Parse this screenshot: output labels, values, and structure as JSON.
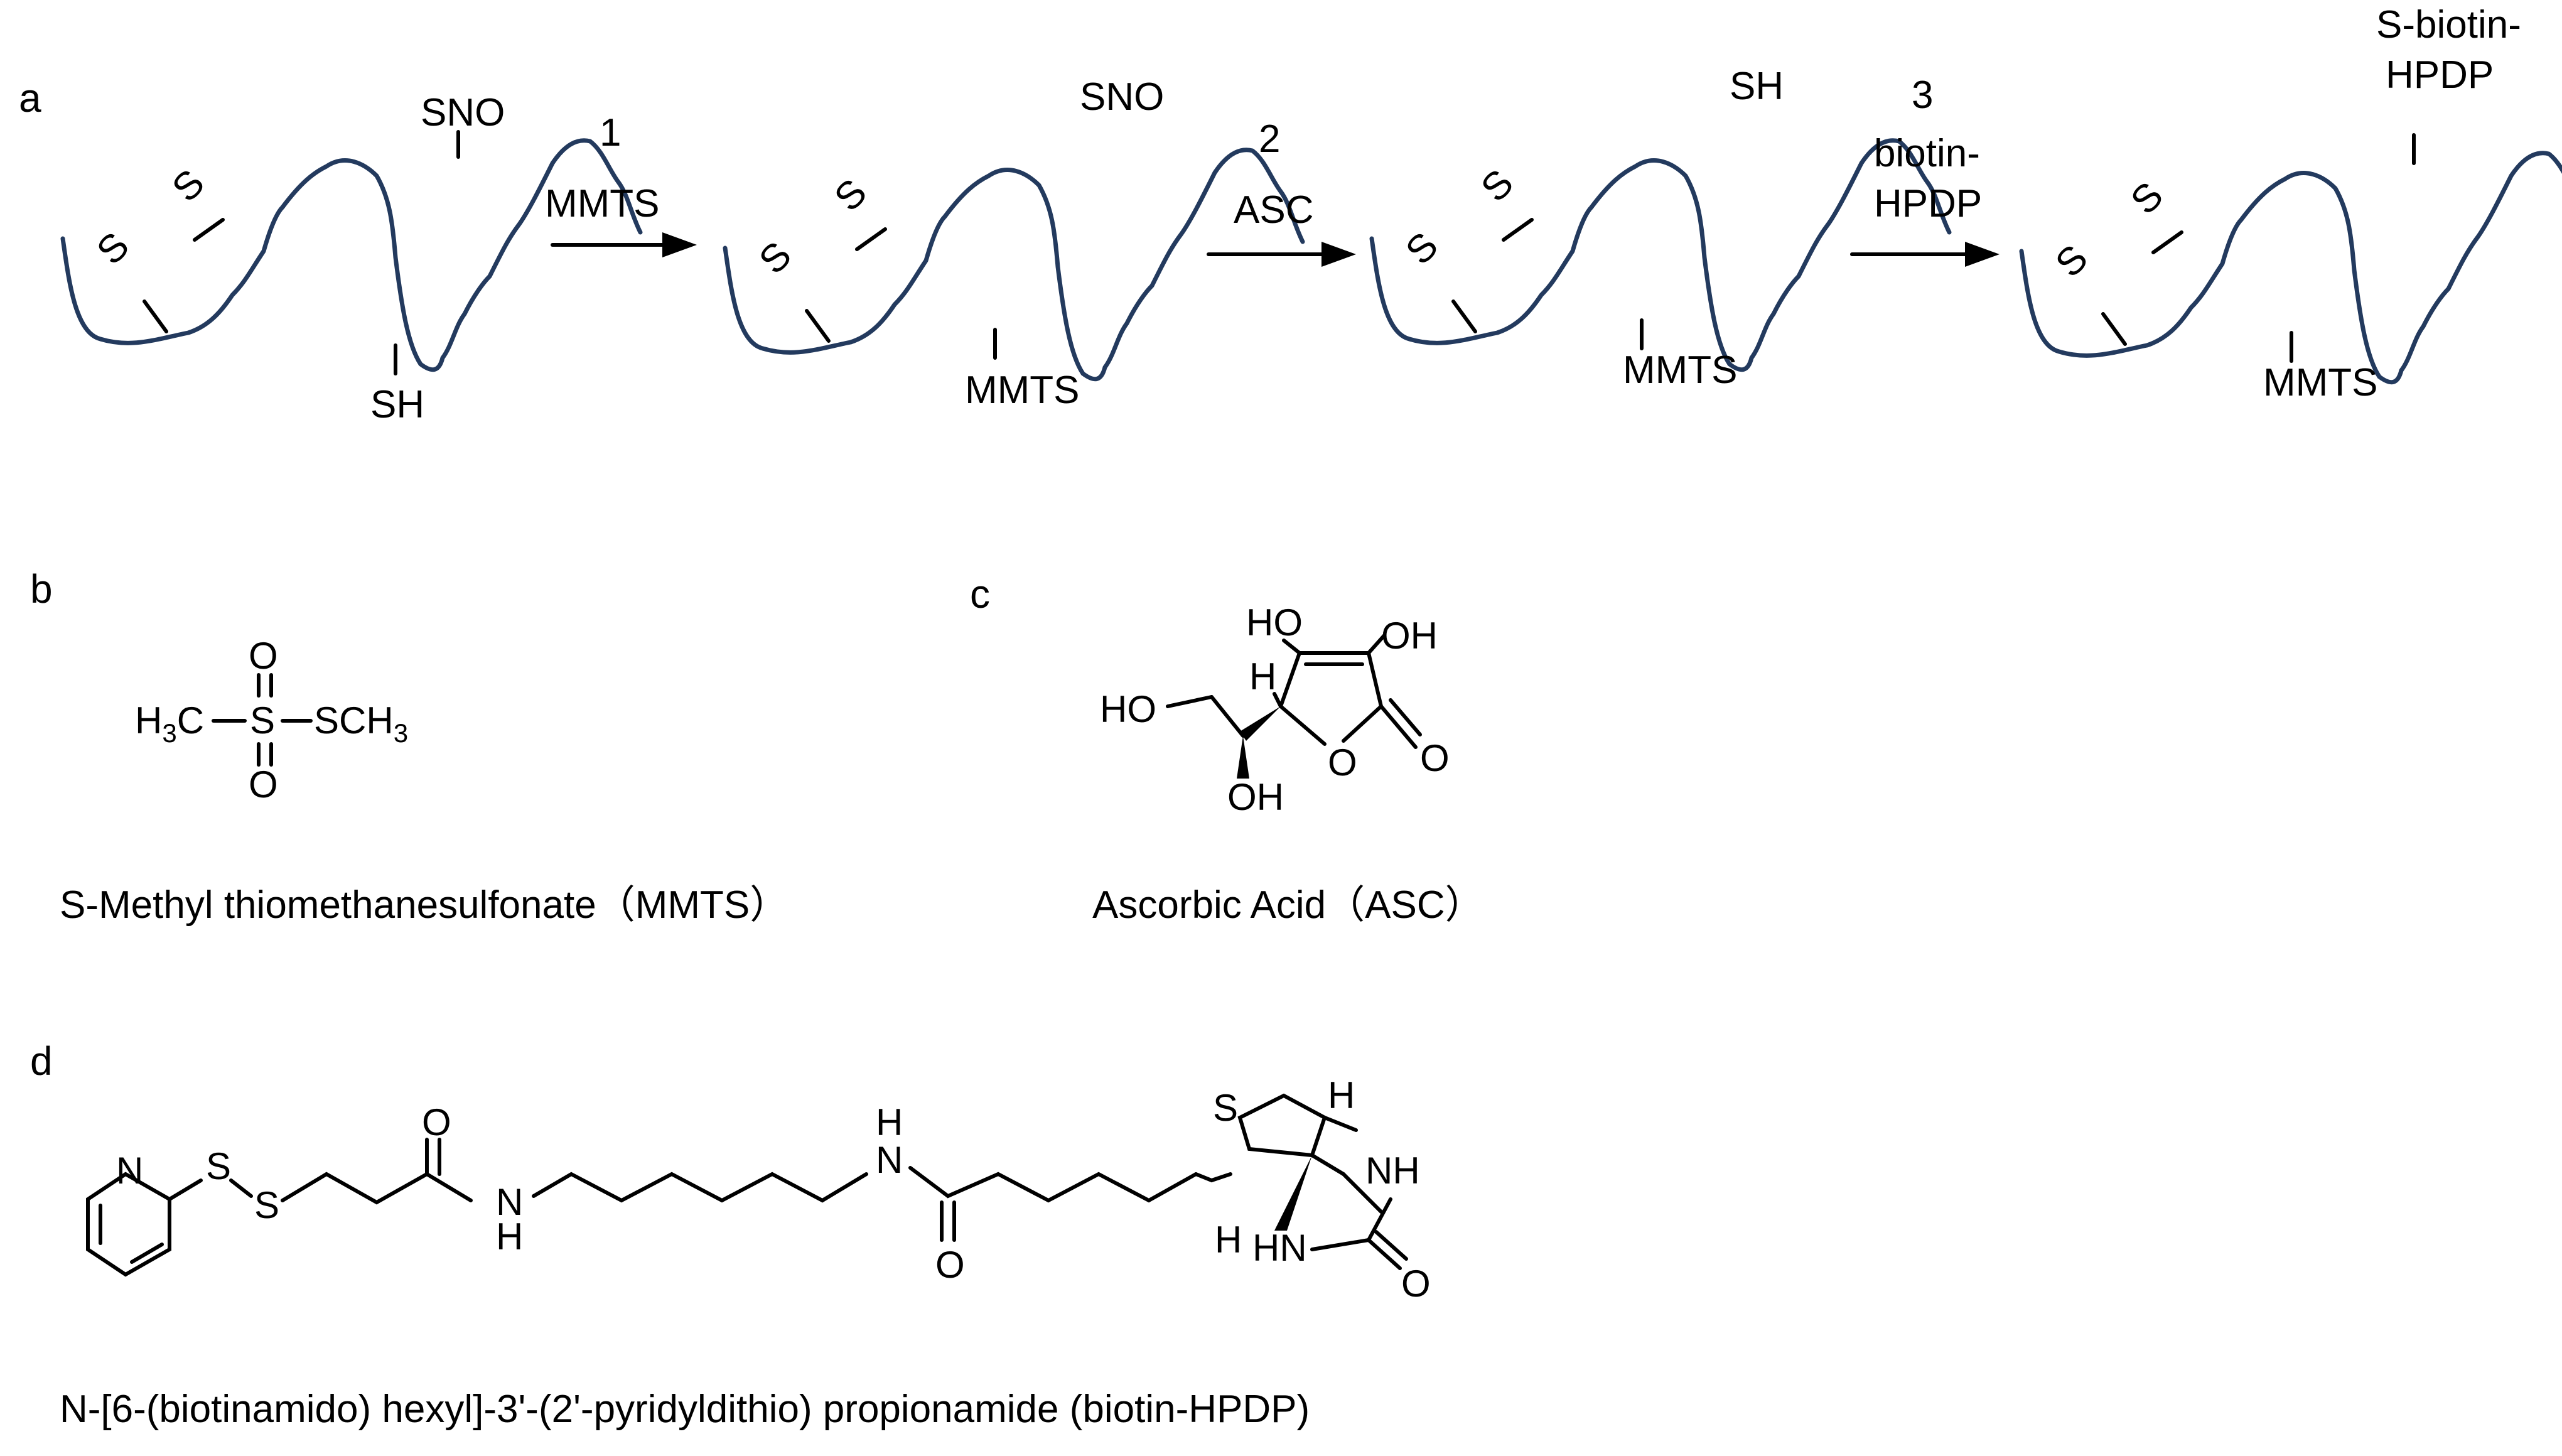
{
  "panels": {
    "a": "a",
    "b": "b",
    "c": "c",
    "d": "d"
  },
  "scheme": {
    "protein1": {
      "sno": "SNO",
      "sh": "SH"
    },
    "step1": {
      "number": "1",
      "reagent": "MMTS"
    },
    "protein2": {
      "sno": "SNO",
      "bottom": "MMTS"
    },
    "step2": {
      "number": "2",
      "reagent": "ASC"
    },
    "protein3": {
      "top": "SH",
      "bottom": "MMTS"
    },
    "step3": {
      "number": "3",
      "reagent_line1": "biotin-",
      "reagent_line2": "HPDP"
    },
    "protein4": {
      "top_line1": "S-biotin-",
      "top_line2": "HPDP",
      "bottom": "MMTS"
    },
    "disulfide": {
      "s_upper": "S",
      "s_lower": "S"
    }
  },
  "mmts": {
    "caption": "S-Methyl thiomethanesulfonate（MMTS）",
    "atoms": {
      "left": "H",
      "left_sub": "3",
      "left_c": "C",
      "center_s": "S",
      "right": "SCH",
      "right_sub": "3",
      "o_top": "O",
      "o_bottom": "O"
    }
  },
  "asc": {
    "caption": "Ascorbic Acid（ASC）",
    "atoms": {
      "ho1": "HO",
      "oh1": "OH",
      "h": "H",
      "ho2": "HO",
      "oh2": "OH",
      "o_ring": "O",
      "o_carbonyl": "O"
    }
  },
  "biotin_hpdp": {
    "caption": "N-[6-(biotinamido) hexyl]-3'-(2'-pyridyldithio) propionamide (biotin-HPDP)",
    "atoms": {
      "n_pyr": "N",
      "s1": "S",
      "s2": "S",
      "o1": "O",
      "nh1_n": "N",
      "nh1_h": "H",
      "nh2_h": "H",
      "nh2_n": "N",
      "o2": "O",
      "s_ring": "S",
      "h_top": "H",
      "nh_right": "NH",
      "h_bottom": "H",
      "hn_bottom": "HN",
      "o3": "O"
    }
  }
}
